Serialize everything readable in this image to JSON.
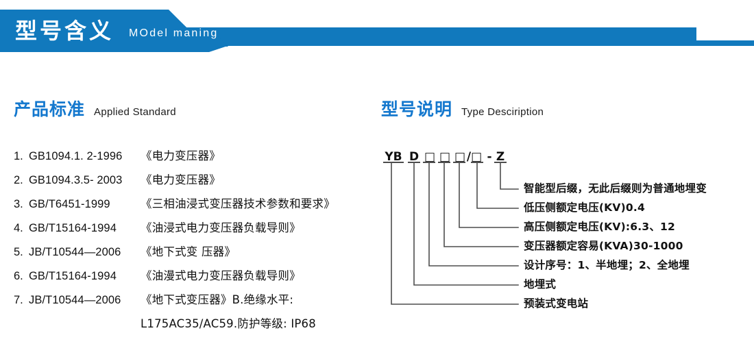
{
  "colors": {
    "banner_blue": "#1179BD",
    "heading_blue": "#1478CE",
    "text_black": "#111111",
    "leader_line": "#4d4d4d"
  },
  "banner": {
    "title_cn": "型号含义",
    "title_en": "MOdel maning"
  },
  "sections": {
    "standard": {
      "heading_cn": "产品标准",
      "heading_en": "Applied Standard",
      "items": [
        {
          "num": "1.",
          "code": "GB1094.1. 2-1996",
          "title": "《电力变压器》"
        },
        {
          "num": "2.",
          "code": "GB1094.3.5- 2003",
          "title": "《电力变压器》"
        },
        {
          "num": "3.",
          "code": "GB/T6451-1999",
          "title": "《三相油浸式变压器技术参数和要求》"
        },
        {
          "num": "4.",
          "code": "GB/T15164-1994",
          "title": "《油浸式电力变压器负载导则》"
        },
        {
          "num": "5.",
          "code": "JB/T10544—2006",
          "title": "《地下式变 压器》"
        },
        {
          "num": "6.",
          "code": "GB/T15164-1994",
          "title": "《油漫式电力变压器负载导则》"
        },
        {
          "num": "7.",
          "code": "JB/T10544—2006",
          "title": "《地下式变压器》B.绝缘水平:"
        }
      ],
      "continuation": "L175AC35/AC59.防护等级: IP68"
    },
    "type": {
      "heading_cn": "型号说明",
      "heading_en": "Type Desciription",
      "model_code": {
        "full": "YB D □□□/□ - Z",
        "tokens": [
          "YB",
          "D",
          "□",
          "□",
          "□",
          "/□",
          "-",
          "Z"
        ]
      },
      "descriptions": [
        {
          "key": "suffix",
          "text": "智能型后缀，无此后缀则为普通地埋变"
        },
        {
          "key": "lv-voltage",
          "text": "低压侧额定电压(KV)0.4"
        },
        {
          "key": "hv-voltage",
          "text": "高压侧额定电压(KV):6.3、12"
        },
        {
          "key": "rated-capacity",
          "text": "变压器额定容易(KVA)30-1000"
        },
        {
          "key": "design-serial",
          "text": "设计序号：1、半地埋；2、全地埋"
        },
        {
          "key": "buried-type",
          "text": "地埋式"
        },
        {
          "key": "substation",
          "text": "预装式变电站"
        }
      ]
    }
  }
}
